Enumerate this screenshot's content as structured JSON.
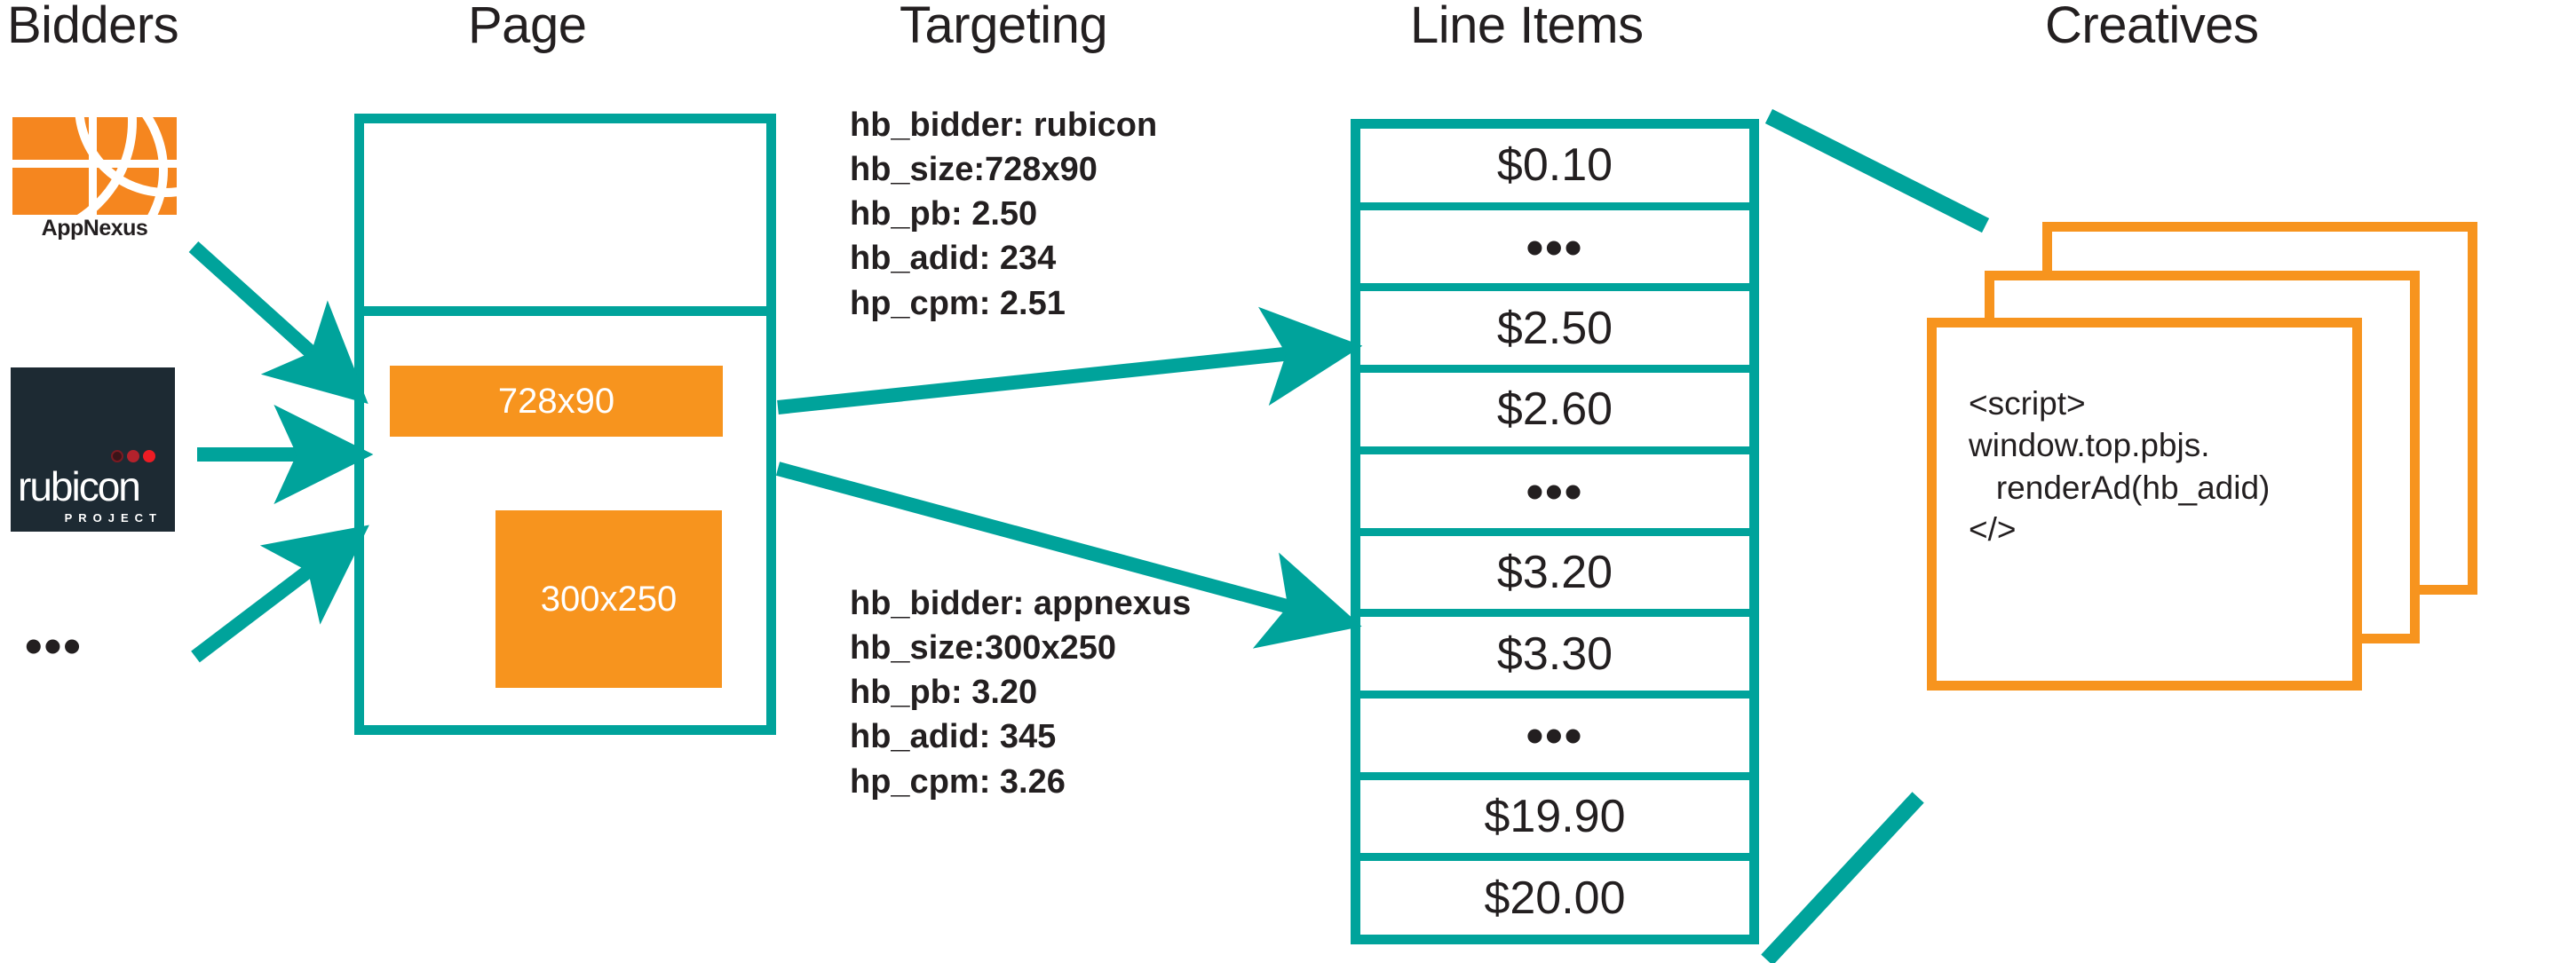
{
  "columns": {
    "bidders": "Bidders",
    "page": "Page",
    "targeting": "Targeting",
    "line_items": "Line Items",
    "creatives": "Creatives"
  },
  "colors": {
    "teal": "#00a39b",
    "orange": "#f7941e",
    "appnexus_orange": "#f5861f",
    "rubicon_navy": "#1d2a33",
    "ink": "#231f20"
  },
  "bidders": {
    "items": [
      {
        "name": "AppNexus",
        "label": "AppNexus",
        "logo": "appnexus-logo"
      },
      {
        "name": "rubicon",
        "wordmark": "rubicon",
        "tagline": "PROJECT",
        "logo": "rubicon-project-logo"
      }
    ],
    "more_indicator": "•••"
  },
  "page": {
    "ad_slots": [
      {
        "label": "728x90",
        "name": "leaderboard-slot"
      },
      {
        "label": "300x250",
        "name": "mpu-slot"
      }
    ]
  },
  "targeting": {
    "blocks": [
      {
        "name": "targeting-rubicon",
        "lines": [
          "hb_bidder: rubicon",
          "hb_size:728x90",
          "hb_pb: 2.50",
          "hb_adid: 234",
          "hp_cpm: 2.51"
        ]
      },
      {
        "name": "targeting-appnexus",
        "lines": [
          "hb_bidder: appnexus",
          "hb_size:300x250",
          "hb_pb: 3.20",
          "hb_adid: 345",
          "hp_cpm: 3.26"
        ]
      }
    ]
  },
  "line_items": {
    "rows": [
      {
        "label": "$0.10",
        "type": "value"
      },
      {
        "label": "•••",
        "type": "ellipsis"
      },
      {
        "label": "$2.50",
        "type": "value"
      },
      {
        "label": "$2.60",
        "type": "value"
      },
      {
        "label": "•••",
        "type": "ellipsis"
      },
      {
        "label": "$3.20",
        "type": "value"
      },
      {
        "label": "$3.30",
        "type": "value"
      },
      {
        "label": "•••",
        "type": "ellipsis"
      },
      {
        "label": "$19.90",
        "type": "value"
      },
      {
        "label": "$20.00",
        "type": "value"
      }
    ]
  },
  "creatives": {
    "card_count": 3,
    "code": "<script>\nwindow.top.pbjs.\n   renderAd(hb_adid)\n</​/>"
  },
  "creatives_code_lines": [
    "<script>",
    "window.top.pbjs.",
    "   renderAd(hb_adid)",
    "</>"
  ]
}
